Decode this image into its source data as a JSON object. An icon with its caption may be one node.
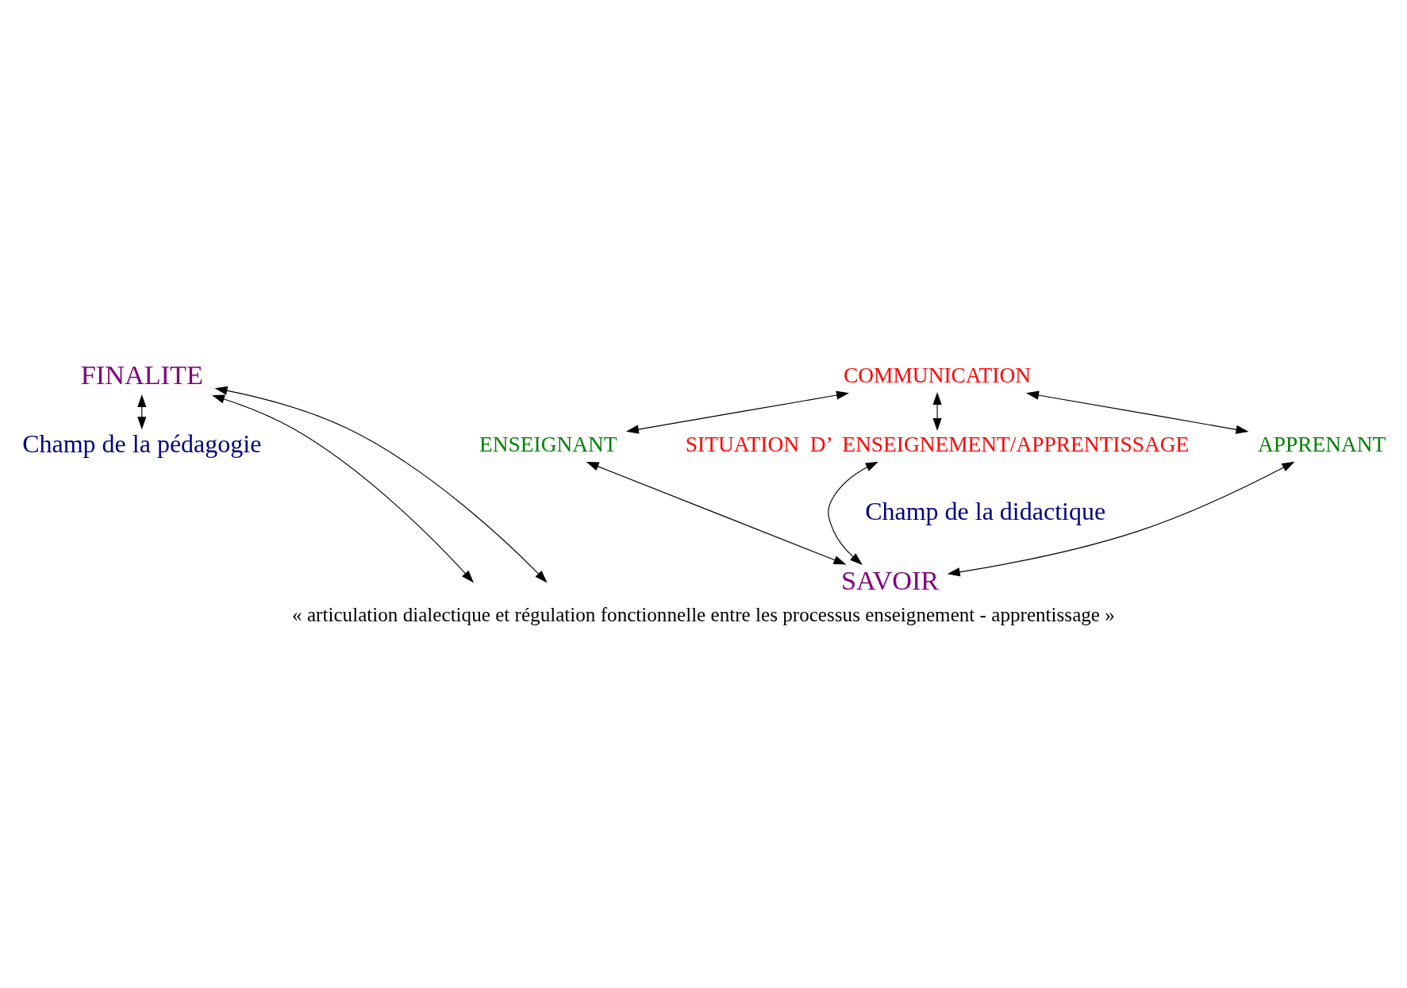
{
  "diagram": {
    "caption": "« articulation dialectique et régulation fonctionnelle entre les processus enseignement - apprentissage »",
    "nodes": [
      {
        "text": [
          "FINALITE"
        ]
      },
      {
        "text": [
          "Champ de la pédagogie"
        ]
      },
      {
        "text": [
          "COMMUNICATION"
        ]
      },
      {
        "text": [
          "ENSEIGNANT"
        ]
      },
      {
        "text": [
          "SITUATION  D’  ENSEIGNEMENT/APPRENTISSAGE"
        ]
      },
      {
        "text": [
          "APPRENANT"
        ]
      },
      {
        "text": [
          "SAVOIR"
        ]
      }
    ],
    "edges": [
      {
        "from": null,
        "to": 0,
        "arrow": "both"
      },
      {
        "from": null,
        "to": 0,
        "arrow": "both"
      },
      {
        "from": 0,
        "to": 1,
        "arrow": "both"
      },
      {
        "from": 2,
        "to": 3,
        "arrow": "both"
      },
      {
        "from": 2,
        "to": 4,
        "arrow": "both"
      },
      {
        "from": 2,
        "to": 5,
        "arrow": "both"
      },
      {
        "from": 3,
        "to": 6,
        "arrow": "both"
      },
      {
        "from": 4,
        "to": 6,
        "arrow": "both"
      },
      {
        "from": 5,
        "to": 6,
        "arrow": "both"
      }
    ],
    "labels": [
      "Champ de la didactique"
    ]
  }
}
